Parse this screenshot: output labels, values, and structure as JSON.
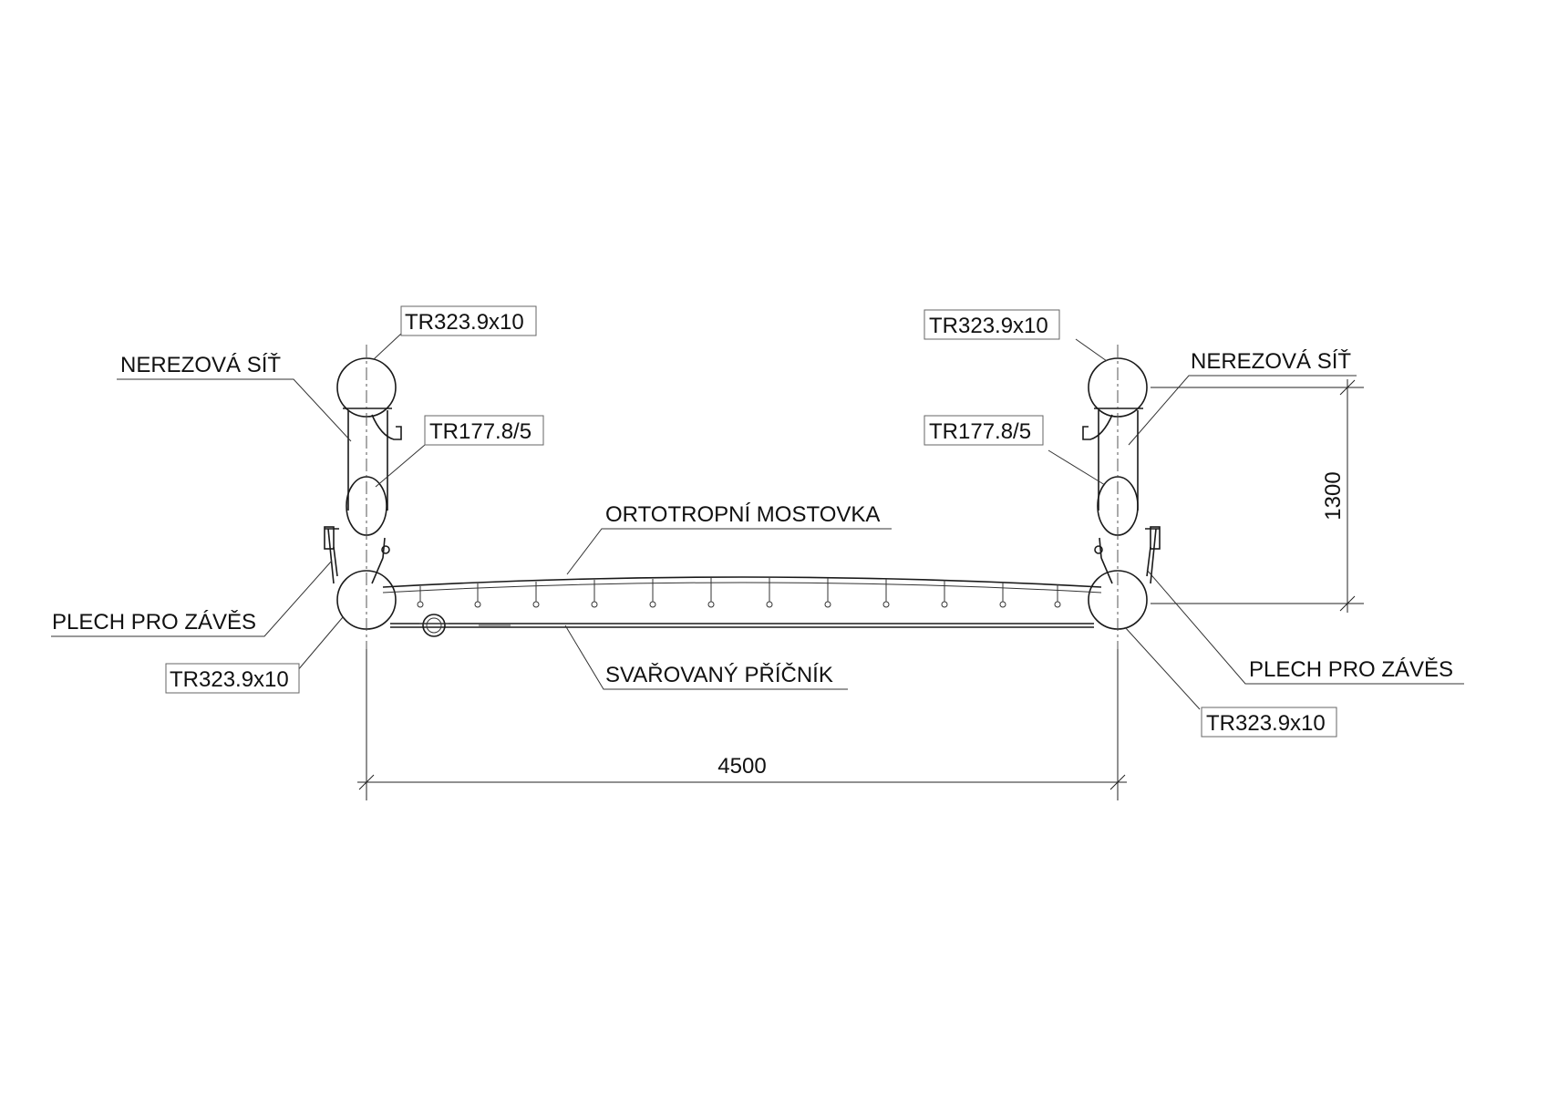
{
  "labels": {
    "tr323_top_left": "TR323.9x10",
    "tr323_top_right": "TR323.9x10",
    "nerezova_sit_left": "NEREZOVÁ SÍŤ",
    "nerezova_sit_right": "NEREZOVÁ SÍŤ",
    "tr177_left": "TR177.8/5",
    "tr177_right": "TR177.8/5",
    "ortotropni_mostovka": "ORTOTROPNÍ MOSTOVKA",
    "plech_left": "PLECH PRO ZÁVĚS",
    "plech_right": "PLECH PRO ZÁVĚS",
    "tr323_bottom_left": "TR323.9x10",
    "tr323_bottom_right": "TR323.9x10",
    "svarovany_pricnik": "SVAŘOVANÝ PŘÍČNÍK"
  },
  "dimensions": {
    "width": "4500",
    "height": "1300"
  }
}
